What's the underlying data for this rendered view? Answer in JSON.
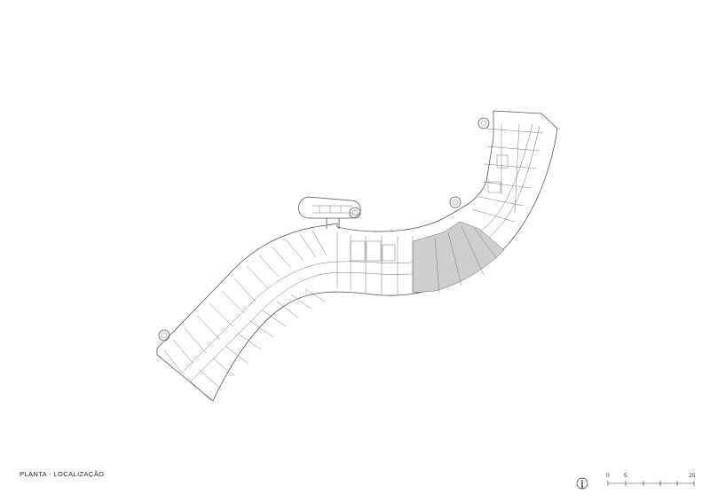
{
  "drawing": {
    "title": "PLANTA - LOCALIZAÇÃO"
  },
  "scale_bar": {
    "labels": [
      "0",
      "5",
      "25"
    ]
  },
  "colors": {
    "linework": "#555555",
    "highlight": "#cfcfcf"
  },
  "icons": {
    "north_arrow": "north-arrow-icon"
  }
}
